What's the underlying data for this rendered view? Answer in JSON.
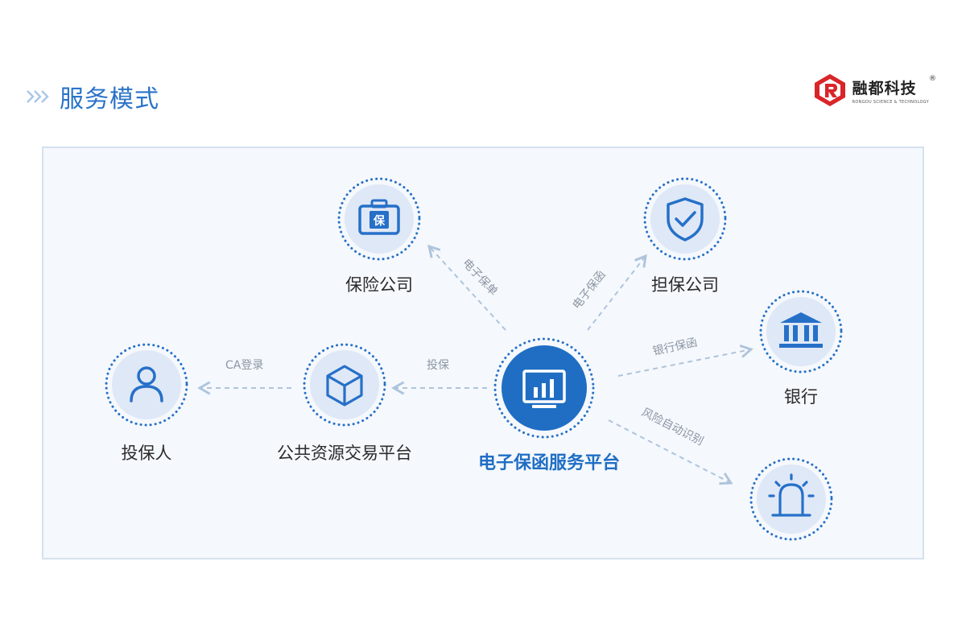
{
  "header": {
    "title": "服务模式"
  },
  "logo": {
    "name": "融都科技",
    "reg": "®",
    "en": "RONGDU SCIENCE & TECHNOLOGY"
  },
  "nodes": {
    "center": {
      "label": "电子保函服务平台"
    },
    "insurance": {
      "label": "保险公司",
      "badge": "保"
    },
    "guarantee": {
      "label": "担保公司"
    },
    "bank": {
      "label": "银行"
    },
    "alarm": {
      "label": ""
    },
    "platform": {
      "label": "公共资源交易平台"
    },
    "investor": {
      "label": "投保人"
    }
  },
  "edges": {
    "to_insurance": "电子保单",
    "to_guarantee": "电子保函",
    "to_bank": "银行保函",
    "to_alarm": "风险自动识别",
    "to_platform": "投保",
    "to_investor": "CA登录"
  },
  "colors": {
    "accent": "#1f6ec4",
    "node_fill": "#dfe8f7",
    "icon": "#2670c8",
    "arrow": "#aec4dc"
  }
}
